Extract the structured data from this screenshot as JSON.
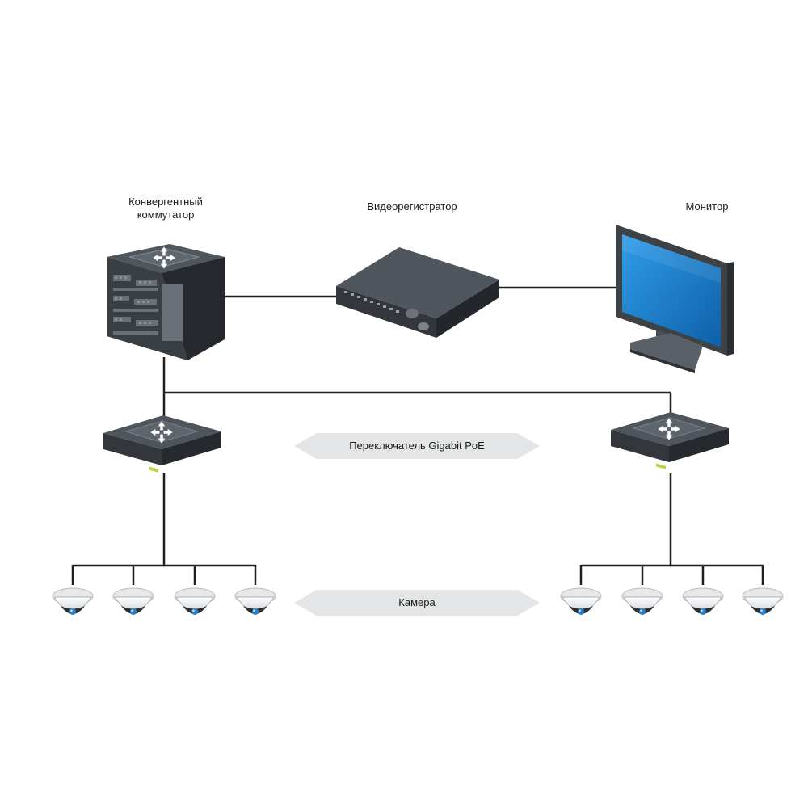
{
  "labels": {
    "core_switch": [
      "Конвергентный",
      "коммутатор"
    ],
    "dvr": "Видеорегистратор",
    "monitor": "Монитор",
    "poe_switch": "Переключатель Gigabit PoE",
    "camera": "Камера"
  },
  "colors": {
    "line": "#1e1e1e",
    "device_dark": "#3b3f44",
    "device_top": "#4e545b",
    "device_side": "#2a2d31",
    "screen_blue": "#1e88d6",
    "arrow_fill": "#e3e5e7",
    "led_green": "#b8d44a",
    "camera_shell": "#f2f2f2"
  },
  "icons": {
    "core_switch": "core-switch-icon",
    "dvr": "dvr-icon",
    "monitor": "monitor-icon",
    "poe_switch": "poe-switch-icon",
    "camera": "dome-camera-icon"
  }
}
